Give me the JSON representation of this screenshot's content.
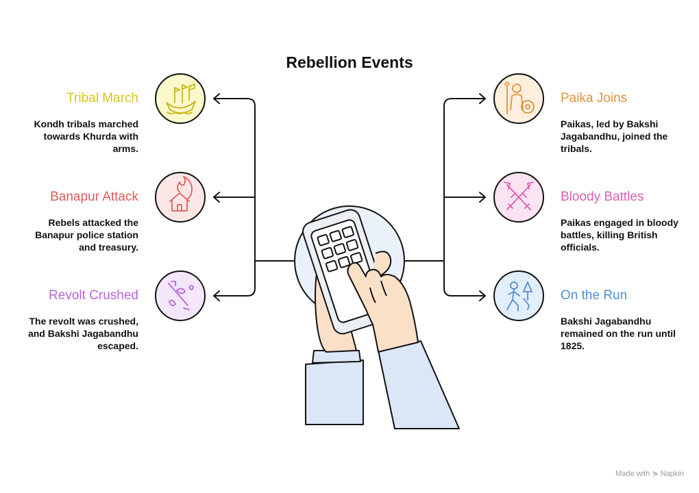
{
  "title": "Rebellion Events",
  "events": [
    {
      "id": "tribal-march",
      "side": "left",
      "heading": "Tribal March",
      "heading_color": "#d6c51c",
      "circle_color": "#fbf8cc",
      "icon_color": "#c9b51a",
      "icon": "boat-flags-icon",
      "description": "Kondh tribals marched towards Khurda with arms."
    },
    {
      "id": "banapur-attack",
      "side": "left",
      "heading": "Banapur Attack",
      "heading_color": "#e05a5a",
      "circle_color": "#fde6e6",
      "icon_color": "#e05a5a",
      "icon": "burning-house-icon",
      "description": "Rebels attacked the Banapur police station and treasury."
    },
    {
      "id": "revolt-crushed",
      "side": "left",
      "heading": "Revolt Crushed",
      "heading_color": "#b866d9",
      "circle_color": "#f4e6fb",
      "icon_color": "#b866d9",
      "icon": "crushed-flag-icon",
      "description": "The revolt was crushed, and Bakshi Jagabandhu escaped."
    },
    {
      "id": "paika-joins",
      "side": "right",
      "heading": "Paika Joins",
      "heading_color": "#e0913c",
      "circle_color": "#fdeedd",
      "icon_color": "#e0913c",
      "icon": "warrior-shield-icon",
      "description": "Paikas, led by Bakshi Jagabandhu, joined the tribals."
    },
    {
      "id": "bloody-battles",
      "side": "right",
      "heading": "Bloody Battles",
      "heading_color": "#db5fb1",
      "circle_color": "#fbe3f2",
      "icon_color": "#db5fb1",
      "icon": "crossed-swords-icon",
      "description": "Paikas engaged in bloody battles, killing British officials."
    },
    {
      "id": "on-the-run",
      "side": "right",
      "heading": "On the Run",
      "heading_color": "#4f8fd6",
      "circle_color": "#e2eefb",
      "icon_color": "#4f8fd6",
      "icon": "running-person-icon",
      "description": "Bakshi Jagabandhu remained on the run until 1825."
    }
  ],
  "center_icon": "hands-keypad-icon",
  "footer": "Made with ⋟ Napkin"
}
